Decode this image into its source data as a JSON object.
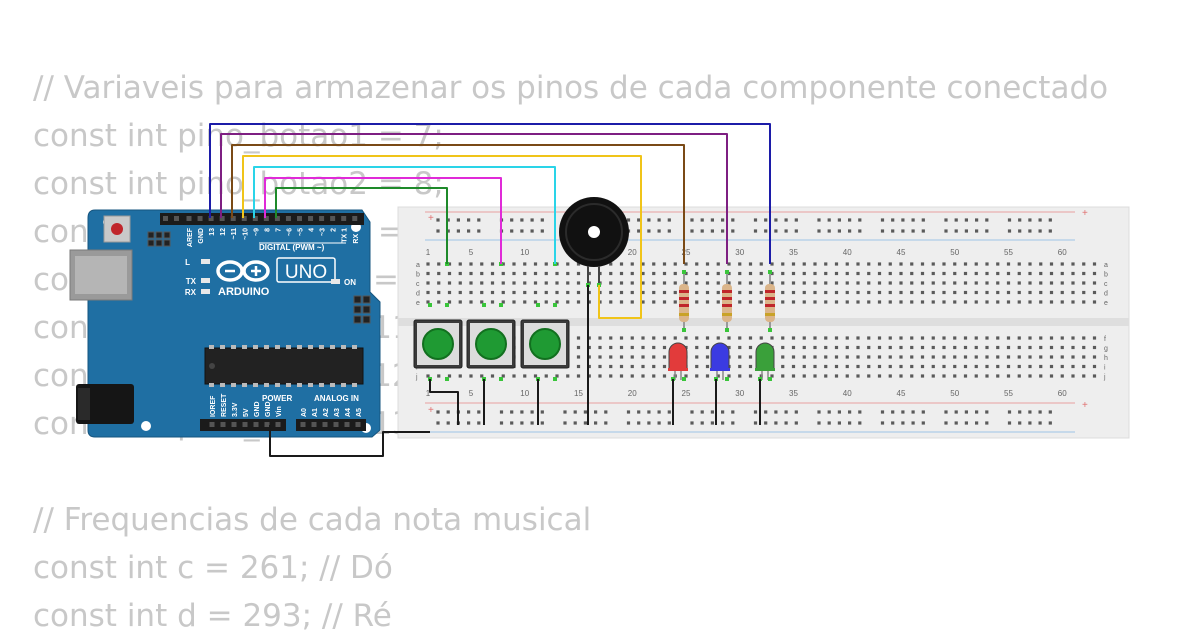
{
  "code_lines": [
    "// Variaveis para armazenar os pinos de cada componente conectado",
    "const int pino_botao1 = 7;",
    "const int pino_botao2 = 8;",
    "const int pino_botao3 = 9;",
    "const int pino_buzzer = 10;",
    "const int pino_led1 = 11;",
    "const int pino_led2 = 12;",
    "const int pino_led3 = 13;",
    "",
    "// Frequencias de cada nota musical",
    "const int c = 261; // Dó",
    "const int d = 293; // Ré"
  ],
  "arduino": {
    "brand": "ARDUINO",
    "model": "UNO",
    "digital_label": "DIGITAL (PWM ~)",
    "power_label": "POWER",
    "analog_label": "ANALOG IN",
    "on_label": "ON",
    "l_label": "L",
    "tx_label": "TX",
    "rx_label": "RX",
    "digital_pins": [
      "AREF",
      "GND",
      "13",
      "12",
      "~11",
      "~10",
      "~9",
      "8",
      "7",
      "~6",
      "~5",
      "4",
      "~3",
      "2",
      "TX 1",
      "RX 0"
    ],
    "power_pins": [
      "IOREF",
      "RESET",
      "3.3V",
      "5V",
      "GND",
      "GND",
      "Vin"
    ],
    "analog_pins": [
      "A0",
      "A1",
      "A2",
      "A3",
      "A4",
      "A5"
    ]
  },
  "breadboard": {
    "row_letters_top": [
      "a",
      "b",
      "c",
      "d",
      "e"
    ],
    "row_letters_bottom": [
      "f",
      "g",
      "h",
      "i",
      "j"
    ],
    "column_numbers": [
      "1",
      "5",
      "10",
      "15",
      "20",
      "25",
      "30",
      "35",
      "40",
      "45",
      "50",
      "55",
      "60"
    ]
  },
  "colors": {
    "board": "#1f6fa3",
    "wire_gnd": "#1a1a1a",
    "wire_13": "#1c1ca8",
    "wire_12": "#7e1f82",
    "wire_11": "#7a4a16",
    "wire_10": "#f0c419",
    "wire_9": "#2ad4e8",
    "wire_8": "#e02ad8",
    "wire_7": "#1e8a2a",
    "led_red": "#e23b3b",
    "led_blue": "#3b3be2",
    "led_green": "#3aa03a",
    "button": "#1f9a33"
  },
  "icons": [
    "buzzer-icon",
    "pushbutton-icon",
    "led-icon",
    "resistor-icon",
    "usb-port-icon",
    "power-jack-icon"
  ]
}
